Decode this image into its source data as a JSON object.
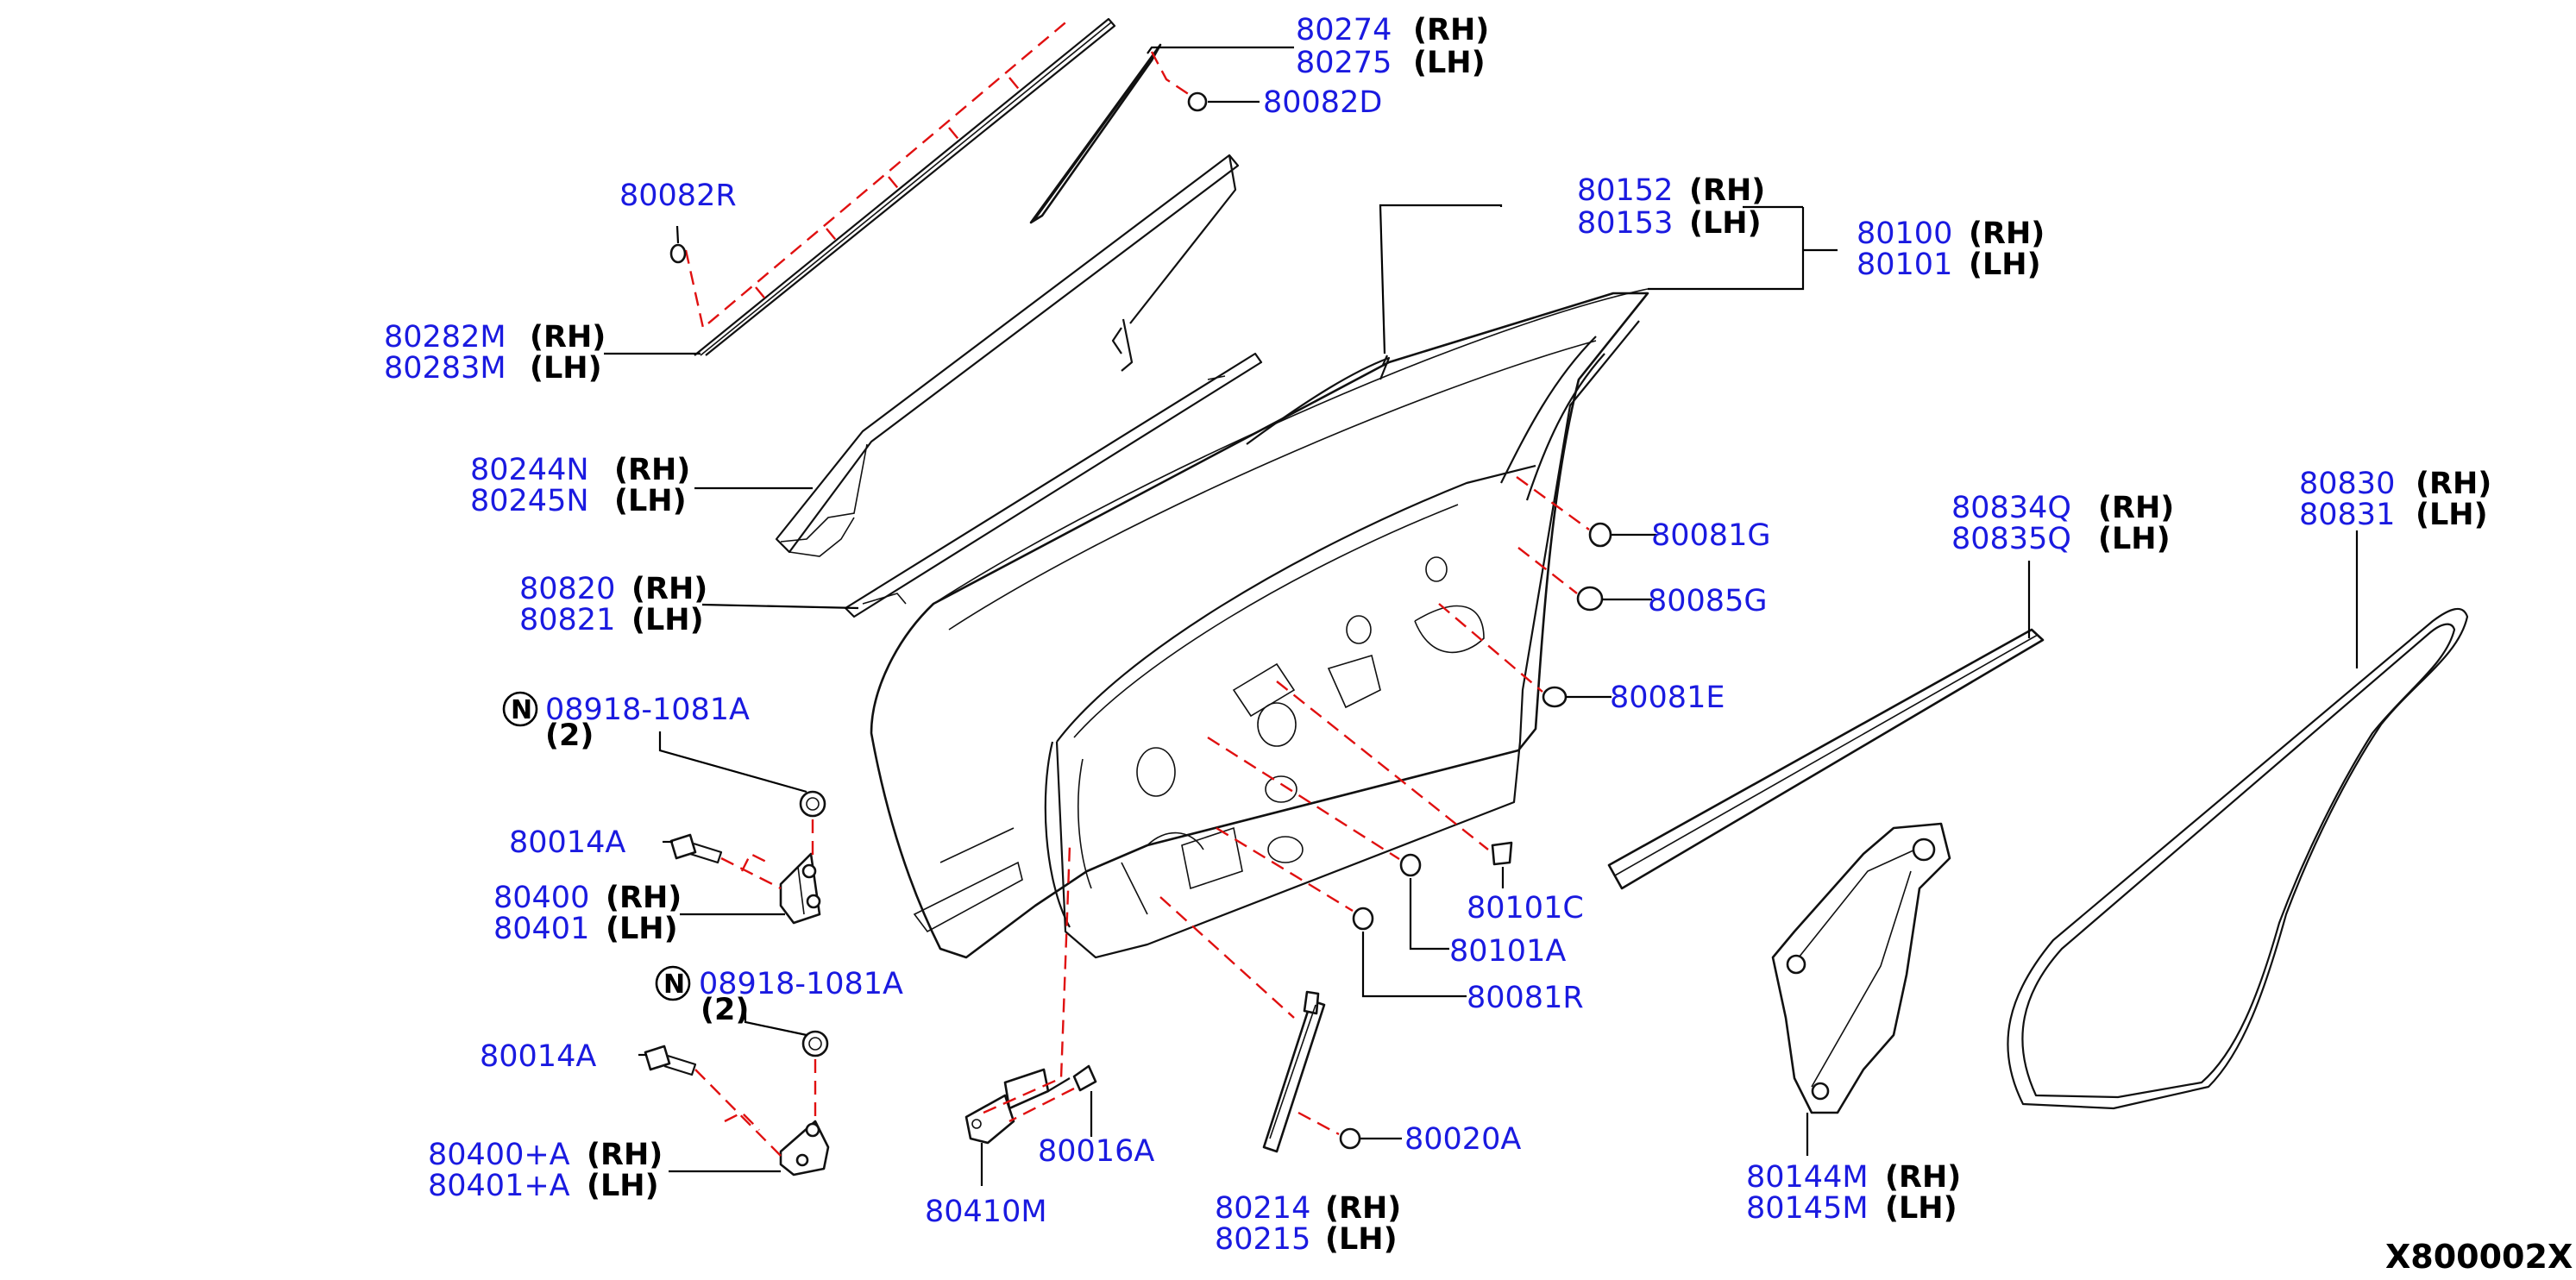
{
  "diagram_code": "X800002X",
  "side_labels": {
    "rh": "(RH)",
    "lh": "(LH)"
  },
  "callouts": {
    "c80274": {
      "pn": "80274",
      "side": "(RH)"
    },
    "c80275": {
      "pn": "80275",
      "side": "(LH)"
    },
    "c80082D": {
      "pn": "80082D"
    },
    "c80082R": {
      "pn": "80082R"
    },
    "c80282M": {
      "pn": "80282M",
      "side": "(RH)"
    },
    "c80283M": {
      "pn": "80283M",
      "side": "(LH)"
    },
    "c80152": {
      "pn": "80152",
      "side": "(RH)"
    },
    "c80153": {
      "pn": "80153",
      "side": "(LH)"
    },
    "c80100": {
      "pn": "80100",
      "side": "(RH)"
    },
    "c80101": {
      "pn": "80101",
      "side": "(LH)"
    },
    "c80244N": {
      "pn": "80244N",
      "side": "(RH)"
    },
    "c80245N": {
      "pn": "80245N",
      "side": "(LH)"
    },
    "c80820": {
      "pn": "80820",
      "side": "(RH)"
    },
    "c80821": {
      "pn": "80821",
      "side": "(LH)"
    },
    "c80081G": {
      "pn": "80081G"
    },
    "c80085G": {
      "pn": "80085G"
    },
    "c80081E": {
      "pn": "80081E"
    },
    "c80834Q": {
      "pn": "80834Q",
      "side": "(RH)"
    },
    "c80835Q": {
      "pn": "80835Q",
      "side": "(LH)"
    },
    "c80830": {
      "pn": "80830",
      "side": "(RH)"
    },
    "c80831": {
      "pn": "80831",
      "side": "(LH)"
    },
    "n1": {
      "letter": "N",
      "pn": "08918-1081A",
      "qty": "(2)"
    },
    "c80014A_1": {
      "pn": "80014A"
    },
    "c80400": {
      "pn": "80400",
      "side": "(RH)"
    },
    "c80401": {
      "pn": "80401",
      "side": "(LH)"
    },
    "n2": {
      "letter": "N",
      "pn": "08918-1081A",
      "qty": "(2)"
    },
    "c80014A_2": {
      "pn": "80014A"
    },
    "c80400A": {
      "pn": "80400+A",
      "side": "(RH)"
    },
    "c80401A": {
      "pn": "80401+A",
      "side": "(LH)"
    },
    "c80410M": {
      "pn": "80410M"
    },
    "c80016A": {
      "pn": "80016A"
    },
    "c80101C": {
      "pn": "80101C"
    },
    "c80101A": {
      "pn": "80101A"
    },
    "c80081R": {
      "pn": "80081R"
    },
    "c80020A": {
      "pn": "80020A"
    },
    "c80214": {
      "pn": "80214",
      "side": "(RH)"
    },
    "c80215": {
      "pn": "80215",
      "side": "(LH)"
    },
    "c80144M": {
      "pn": "80144M",
      "side": "(RH)"
    },
    "c80145M": {
      "pn": "80145M",
      "side": "(LH)"
    }
  },
  "colors": {
    "part_number": "#1a1ae0",
    "leader": "#000000",
    "dashed_guide": "#e01010"
  }
}
